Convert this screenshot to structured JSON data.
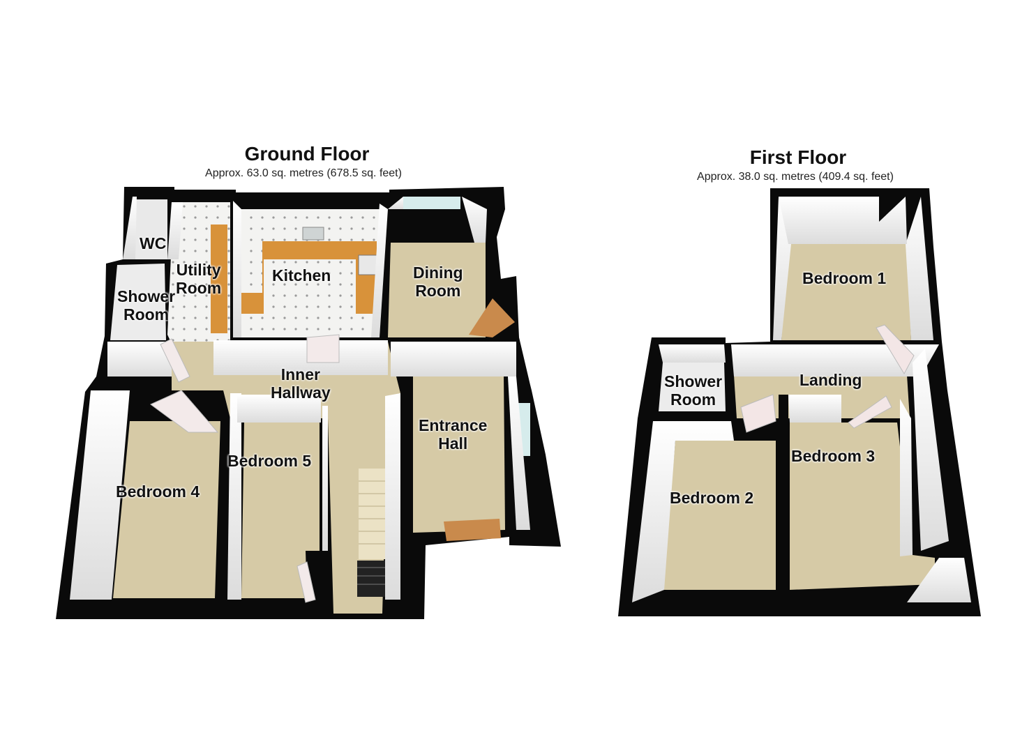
{
  "floors": {
    "ground": {
      "title": "Ground Floor",
      "area": "Approx. 63.0 sq. metres (678.5 sq. feet)",
      "rooms": {
        "wc": "WC",
        "utility_l1": "Utility",
        "utility_l2": "Room",
        "kitchen": "Kitchen",
        "dining_l1": "Dining",
        "dining_l2": "Room",
        "shower_l1": "Shower",
        "shower_l2": "Room",
        "hallway_l1": "Inner",
        "hallway_l2": "Hallway",
        "entrance_l1": "Entrance",
        "entrance_l2": "Hall",
        "bedroom4": "Bedroom 4",
        "bedroom5": "Bedroom 5"
      }
    },
    "first": {
      "title": "First Floor",
      "area": "Approx. 38.0 sq. metres (409.4 sq. feet)",
      "rooms": {
        "bedroom1": "Bedroom 1",
        "shower_l1": "Shower",
        "shower_l2": "Room",
        "landing": "Landing",
        "bedroom3": "Bedroom 3",
        "bedroom2": "Bedroom 2"
      }
    }
  },
  "colors": {
    "wall": "#0a0a0a",
    "inner_wall": "#f2f2f2",
    "carpet": "#d6caa6",
    "tile": "#f1f1ef",
    "worktop": "#d8923a",
    "door": "#c98a4c",
    "window": "#d6ecec"
  }
}
